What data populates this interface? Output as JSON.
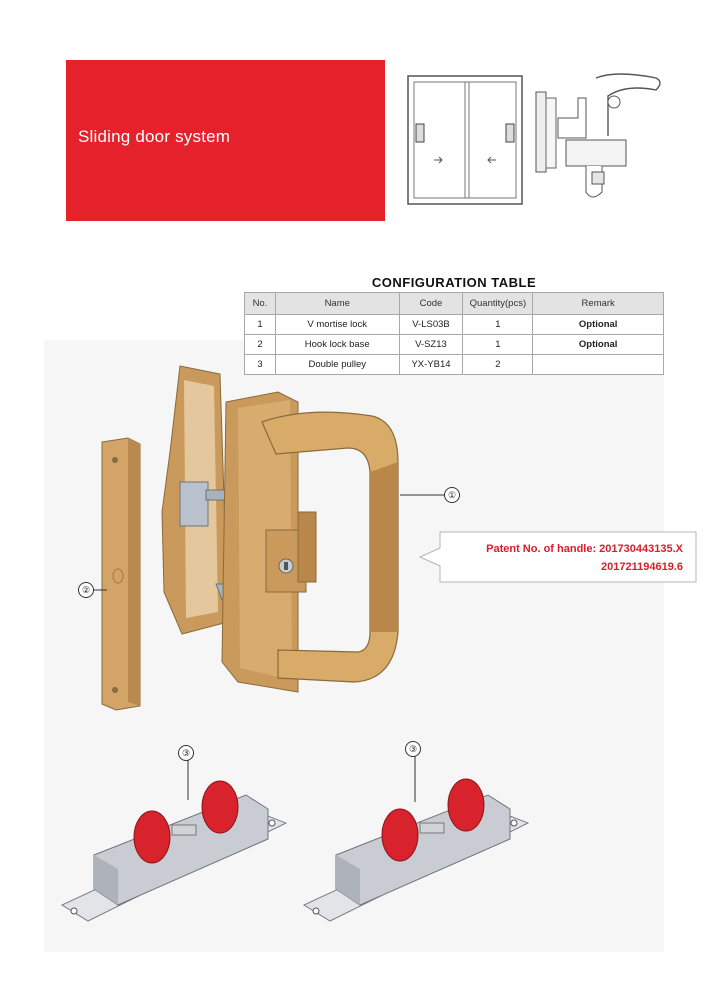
{
  "banner": {
    "title": "Sliding door system"
  },
  "table": {
    "title": "CONFIGURATION TABLE",
    "headers": [
      "No.",
      "Name",
      "Code",
      "Quantity(pcs)",
      "Remark"
    ],
    "rows": [
      [
        "1",
        "V mortise lock",
        "V-LS03B",
        "1",
        "Optional"
      ],
      [
        "2",
        "Hook lock base",
        "V-SZ13",
        "1",
        "Optional"
      ],
      [
        "3",
        "Double pulley",
        "YX-YB14",
        "2",
        ""
      ]
    ]
  },
  "callouts": {
    "one": "①",
    "two": "②",
    "three_left": "③",
    "three_right": "③"
  },
  "patent": {
    "line1": "Patent No. of handle: 201730443135.X",
    "line2": "201721194619.6"
  },
  "colors": {
    "brand_red": "#e5222c",
    "handle_gold": "#c99a5c",
    "pulley_red": "#d8232c"
  }
}
